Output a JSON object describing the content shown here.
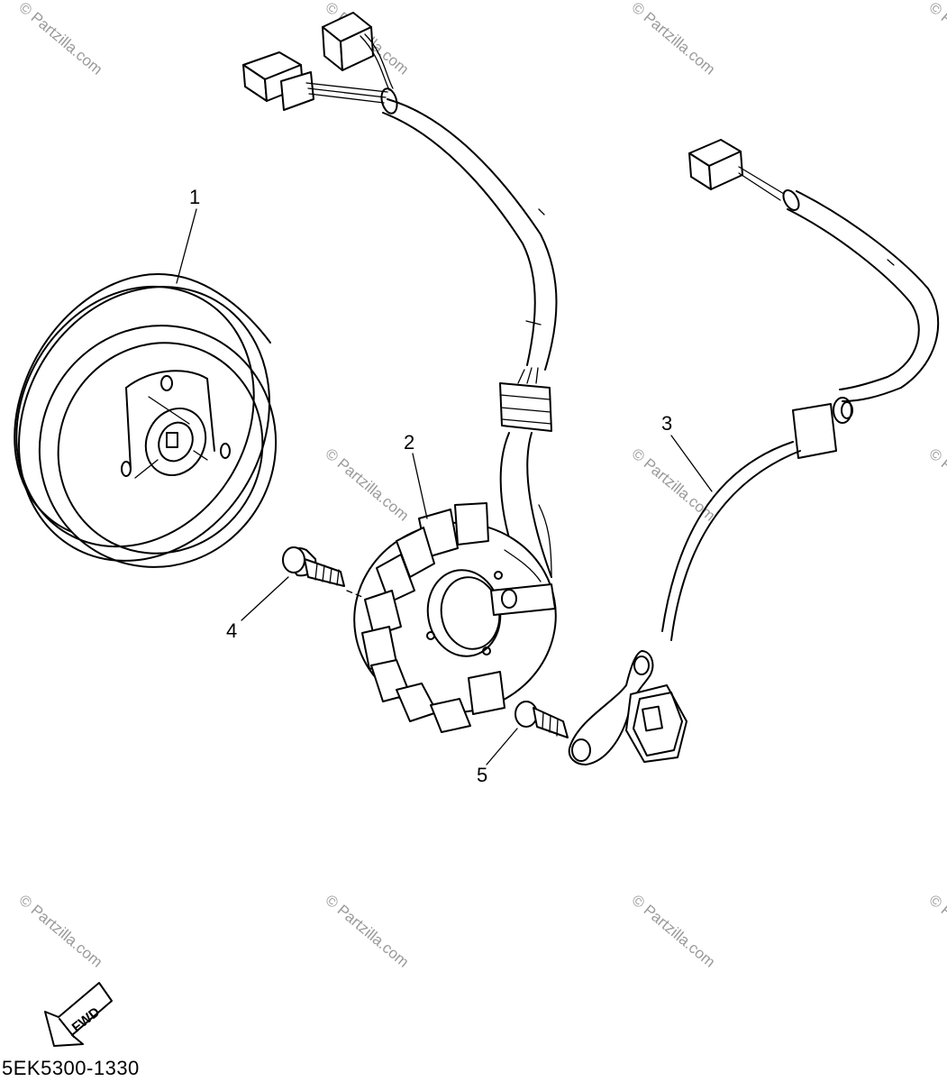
{
  "callouts": {
    "c1": "1",
    "c2": "2",
    "c3": "3",
    "c4": "4",
    "c5": "5"
  },
  "direction_label": "FWD",
  "figure_code": "5EK5300-1330",
  "watermark": "© Partzilla.com"
}
